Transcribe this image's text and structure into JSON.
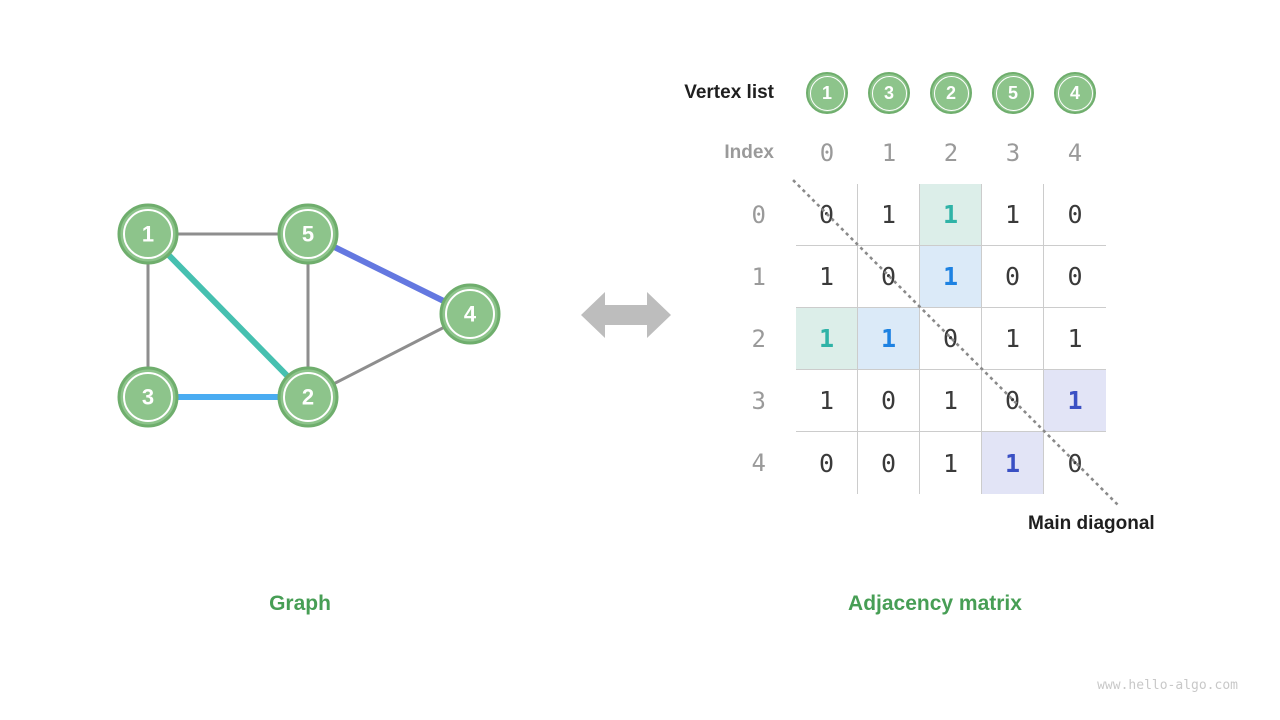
{
  "colors": {
    "node_fill": "#8dc48b",
    "node_ring": "#6fae6d",
    "edge_gray": "#8e8e8e",
    "edge_teal": "#46c0b0",
    "edge_blue": "#4aacf2",
    "edge_indigo": "#6478e0",
    "arrow_gray": "#bdbdbd",
    "caption_green": "#479e55",
    "grid_line": "#cccccc",
    "diagonal_dots": "#8a8a8a",
    "hl_teal_bg": "#dceee9",
    "hl_teal_text": "#2fb3a7",
    "hl_blue_bg": "#dbeaf8",
    "hl_blue_text": "#1d82e2",
    "hl_indigo_bg": "#e2e4f6",
    "hl_indigo_text": "#3a50c4"
  },
  "graph": {
    "caption": "Graph",
    "vertices": [
      {
        "label": "1"
      },
      {
        "label": "5"
      },
      {
        "label": "4"
      },
      {
        "label": "3"
      },
      {
        "label": "2"
      }
    ],
    "edges": [
      {
        "between": [
          "1",
          "5"
        ],
        "color": "gray"
      },
      {
        "between": [
          "1",
          "3"
        ],
        "color": "gray"
      },
      {
        "between": [
          "5",
          "2"
        ],
        "color": "gray"
      },
      {
        "between": [
          "2",
          "4"
        ],
        "color": "gray"
      },
      {
        "between": [
          "1",
          "2"
        ],
        "color": "teal"
      },
      {
        "between": [
          "3",
          "2"
        ],
        "color": "blue"
      },
      {
        "between": [
          "5",
          "4"
        ],
        "color": "indigo"
      }
    ]
  },
  "matrix": {
    "caption": "Adjacency matrix",
    "vertex_list_label": "Vertex list",
    "index_label": "Index",
    "vertex_list": [
      "1",
      "3",
      "2",
      "5",
      "4"
    ],
    "indices": [
      "0",
      "1",
      "2",
      "3",
      "4"
    ],
    "values": [
      [
        "0",
        "1",
        "1",
        "1",
        "0"
      ],
      [
        "1",
        "0",
        "1",
        "0",
        "0"
      ],
      [
        "1",
        "1",
        "0",
        "1",
        "1"
      ],
      [
        "1",
        "0",
        "1",
        "0",
        "1"
      ],
      [
        "0",
        "0",
        "1",
        "1",
        "0"
      ]
    ],
    "highlights": [
      {
        "row": 0,
        "col": 2,
        "color": "teal"
      },
      {
        "row": 2,
        "col": 0,
        "color": "teal"
      },
      {
        "row": 1,
        "col": 2,
        "color": "blue"
      },
      {
        "row": 2,
        "col": 1,
        "color": "blue"
      },
      {
        "row": 3,
        "col": 4,
        "color": "indigo"
      },
      {
        "row": 4,
        "col": 3,
        "color": "indigo"
      }
    ],
    "main_diagonal_label": "Main diagonal"
  },
  "watermark": "www.hello-algo.com"
}
